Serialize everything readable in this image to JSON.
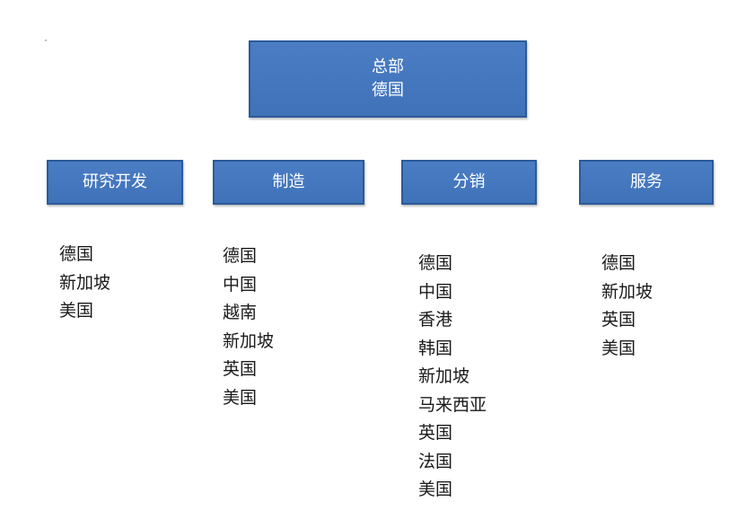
{
  "headquarters": {
    "line1": "总部",
    "line2": "德国"
  },
  "departments": [
    {
      "label": "研究开发",
      "locations": [
        "德国",
        "新加坡",
        "美国"
      ]
    },
    {
      "label": "制造",
      "locations": [
        "德国",
        "中国",
        "越南",
        "新加坡",
        "英国",
        "美国"
      ]
    },
    {
      "label": "分销",
      "locations": [
        "德国",
        "中国",
        "香港",
        "韩国",
        "新加坡",
        "马来西亚",
        "英国",
        "法国",
        "美国"
      ]
    },
    {
      "label": "服务",
      "locations": [
        "德国",
        "新加坡",
        "英国",
        "美国"
      ]
    }
  ],
  "colors": {
    "box_fill": "#4a7dc4",
    "box_border": "#2c5a99",
    "box_text": "#ffffff",
    "list_text": "#1a1a1a"
  }
}
